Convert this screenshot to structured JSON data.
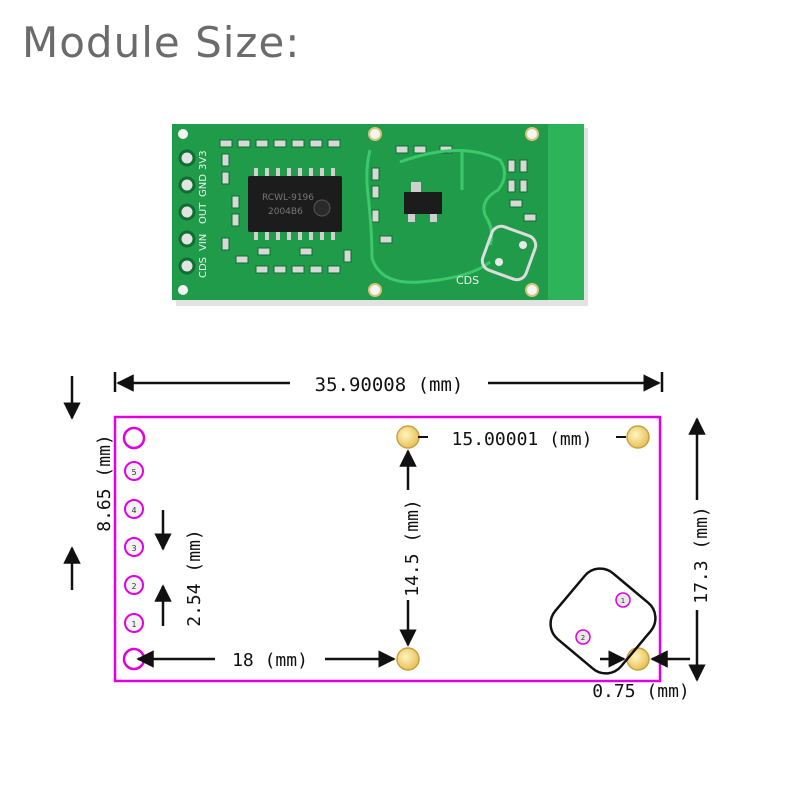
{
  "title": "Module Size:",
  "board_photo": {
    "pin_labels": [
      "CDS",
      "VIN",
      "OUT",
      "GND",
      "3V3"
    ],
    "chip_marking_1": "RCWL-9196",
    "chip_marking_2": "2004B6",
    "cds_label": "CDS",
    "colors": {
      "pcb": "#1f9b4a",
      "pcb_dark": "#137a36",
      "trace": "#2fb85c",
      "pad": "#d9d9d9"
    }
  },
  "drawing": {
    "outline_color": "#e000e0",
    "pin_numbers": [
      "5",
      "4",
      "3",
      "2",
      "1"
    ],
    "cds_pins": [
      "1",
      "2"
    ],
    "dimensions": {
      "width": "35.90008 (mm)",
      "hole_spacing": "15.00001 (mm)",
      "hole_height": "14.5 (mm)",
      "height": "17.3 (mm)",
      "pin_offset": "18 (mm)",
      "top_offset": "8.65 (mm)",
      "pin_pitch": "2.54 (mm)",
      "edge_offset": "0.75 (mm)"
    }
  }
}
